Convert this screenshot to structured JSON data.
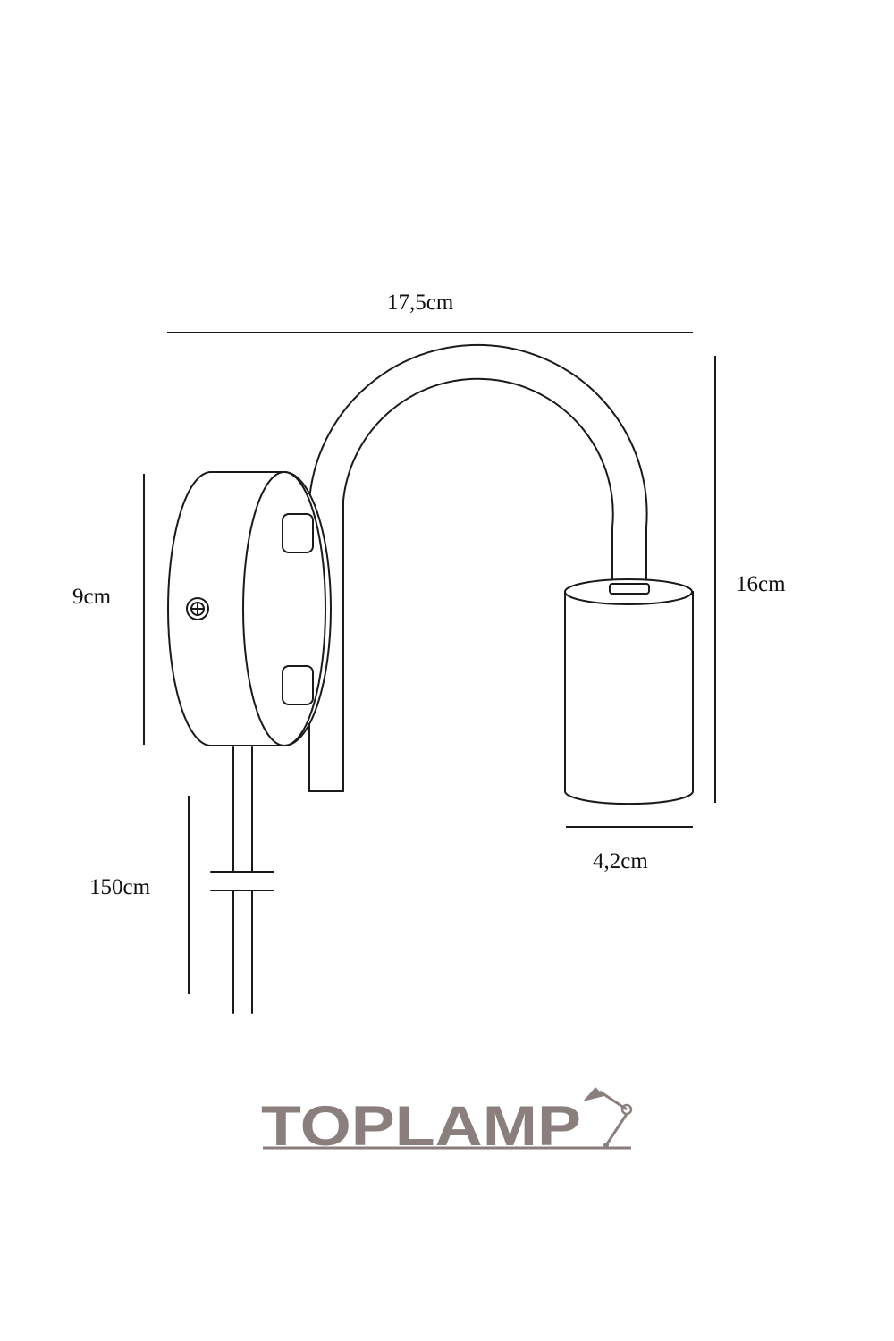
{
  "dimensions": {
    "total_width": "17,5cm",
    "total_height": "16cm",
    "base_height": "9cm",
    "shade_diameter": "4,2cm",
    "cable_length": "150cm"
  },
  "brand": {
    "name": "TOPLAMP",
    "logo_color": "#8a7f7c",
    "icon": "desk-lamp-icon"
  }
}
